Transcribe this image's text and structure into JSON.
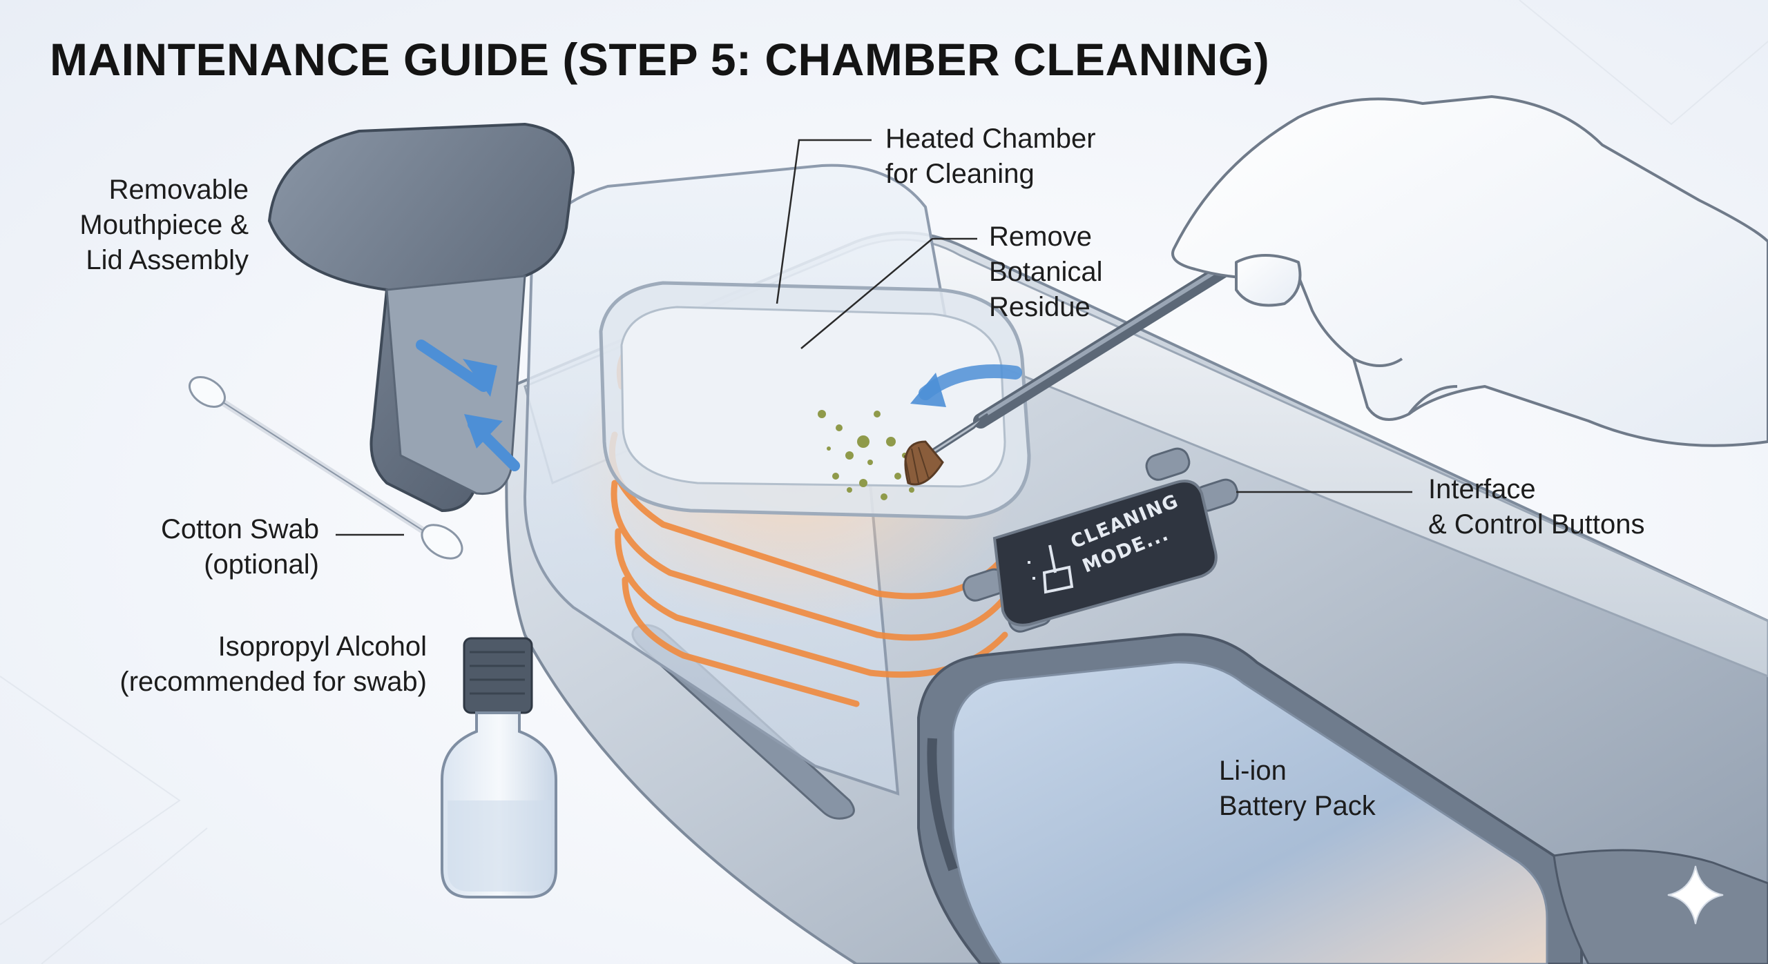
{
  "title": "MAINTENANCE GUIDE (STEP 5: CHAMBER CLEANING)",
  "labels": {
    "mouthpiece": [
      "Removable",
      "Mouthpiece &",
      "Lid Assembly"
    ],
    "chamber": [
      "Heated Chamber",
      "for Cleaning"
    ],
    "residue": [
      "Remove",
      "Botanical",
      "Residue"
    ],
    "swab": [
      "Cotton Swab",
      "(optional)"
    ],
    "alcohol": [
      "Isopropyl Alcohol",
      "(recommended for swab)"
    ],
    "interface": [
      "Interface",
      "& Control Buttons"
    ],
    "battery": [
      "Li-ion",
      "Battery Pack"
    ]
  },
  "screen": {
    "line1": "CLEANING",
    "line2": "MODE..."
  },
  "icons": {
    "brush": "brush-icon",
    "sparkle": "sparkle-icon"
  },
  "colors": {
    "accent_blue": "#4d8fd6",
    "coil_orange": "#f08a3e",
    "metal": "#b9c3cf",
    "dark_grey": "#5c6877"
  }
}
